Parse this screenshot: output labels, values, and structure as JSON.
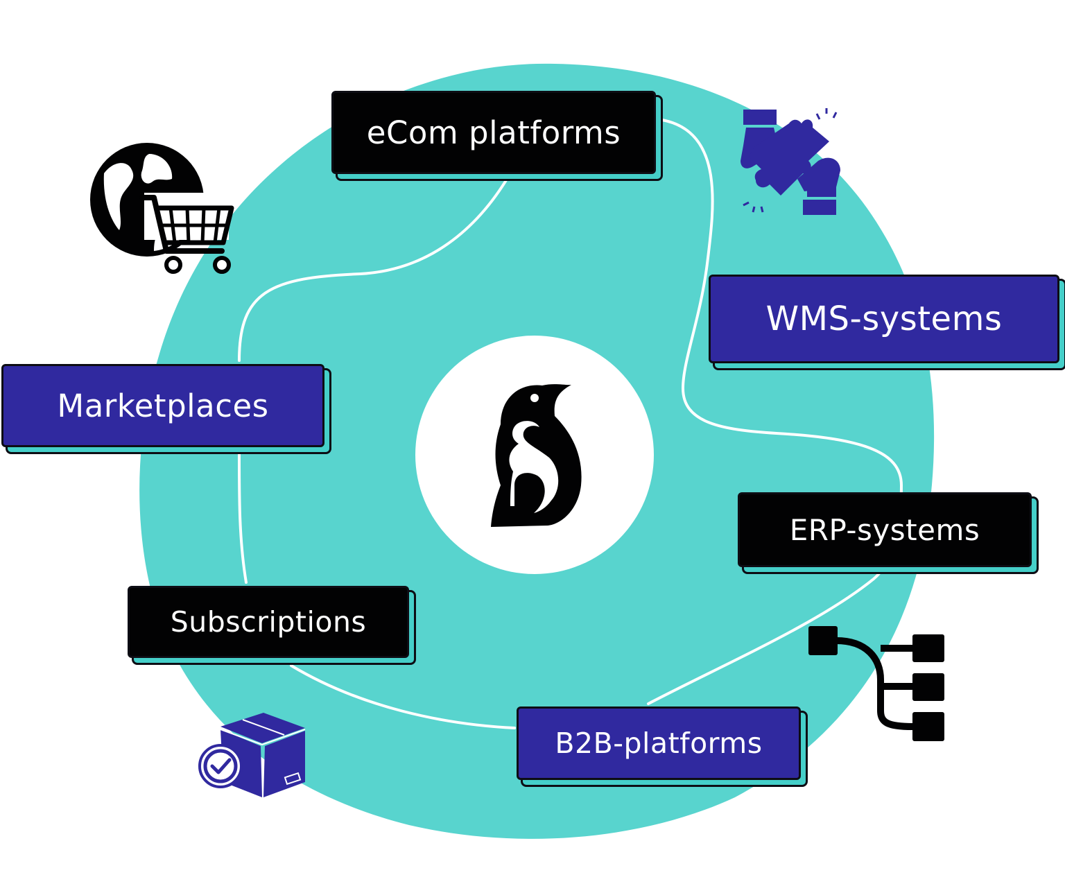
{
  "colors": {
    "teal": "#58d4ce",
    "purple": "#30299f",
    "black": "#020203",
    "white": "#ffffff"
  },
  "center": {
    "logo_icon": "penguin-logo-icon"
  },
  "labels": {
    "ecom": "eCom platforms",
    "wms": "WMS-systems",
    "marketplaces": "Marketplaces",
    "erp": "ERP-systems",
    "subscriptions": "Subscriptions",
    "b2b": "B2B-platforms"
  },
  "icons": [
    "globe-cart-icon",
    "puzzle-hands-icon",
    "flowchart-tree-icon",
    "package-check-icon"
  ]
}
